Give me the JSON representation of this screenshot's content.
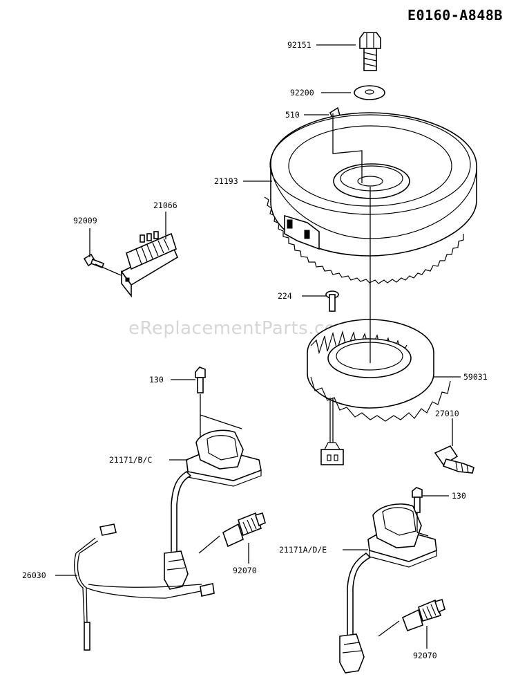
{
  "diagram_code": "E0160-A848B",
  "watermark": "eReplacementParts.com",
  "parts": {
    "bolt_top": "92151",
    "washer": "92200",
    "key": "510",
    "flywheel": "21193",
    "regulator": "21066",
    "regulator_screw": "92009",
    "stator_screw": "224",
    "stator": "59031",
    "coil_bolt_left": "130",
    "coil_left": "21171/B/C",
    "sensor": "27010",
    "coil_bolt_right": "130",
    "coil_right": "21171A/D/E",
    "spark_plug_left": "92070",
    "harness": "26030",
    "spark_plug_right": "92070"
  }
}
